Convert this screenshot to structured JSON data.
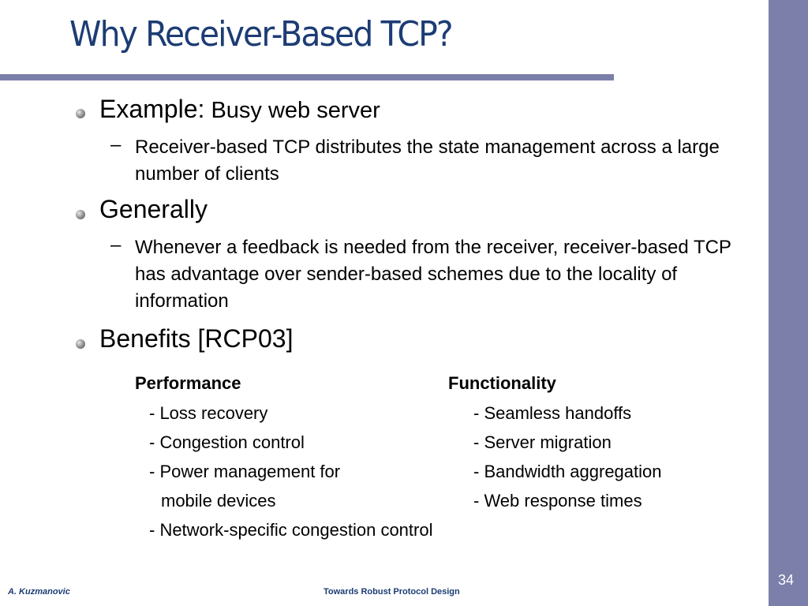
{
  "slide": {
    "title": "Why Receiver-Based TCP?",
    "bullets": [
      {
        "lead": "Example:",
        "rest": " Busy web server",
        "sub": "Receiver-based TCP distributes the state management across a large number of clients"
      },
      {
        "lead": "Generally",
        "rest": "",
        "sub": "Whenever a feedback is needed from the receiver, receiver-based TCP has advantage over sender-based schemes due to the locality of information"
      },
      {
        "lead": "Benefits [RCP03]",
        "rest": "",
        "sub": ""
      }
    ],
    "benefits": {
      "performance_header": "Performance",
      "functionality_header": "Functionality",
      "performance": [
        "- Loss recovery",
        "- Congestion control",
        "- Power management for",
        "mobile devices",
        "- Network-specific congestion control"
      ],
      "functionality": [
        "- Seamless handoffs",
        "- Server migration",
        "- Bandwidth aggregation",
        "- Web response times"
      ]
    }
  },
  "footer": {
    "author": "A. Kuzmanovic",
    "talk_title": "Towards Robust Protocol Design",
    "page_number": "34"
  }
}
